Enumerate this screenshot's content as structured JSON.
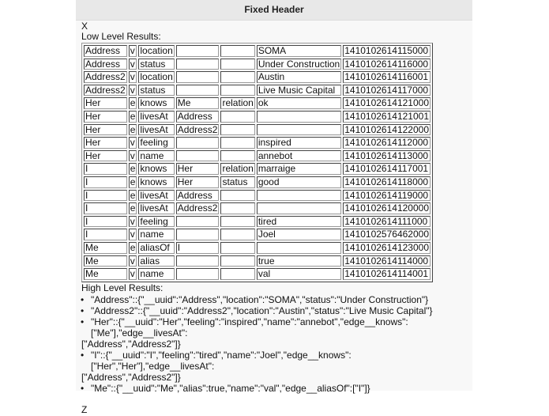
{
  "header": {
    "title": "Fixed Header"
  },
  "markers": {
    "top": "X",
    "bottom": "Z"
  },
  "low_level": {
    "label": "Low Level Results:",
    "rows": [
      [
        "Address",
        "v",
        "location",
        "",
        "",
        "SOMA",
        "1410102614115000"
      ],
      [
        "Address",
        "v",
        "status",
        "",
        "",
        "Under Construction",
        "1410102614116000"
      ],
      [
        "Address2",
        "v",
        "location",
        "",
        "",
        "Austin",
        "1410102614116001"
      ],
      [
        "Address2",
        "v",
        "status",
        "",
        "",
        "Live Music Capital",
        "1410102614117000"
      ],
      [
        "Her",
        "e",
        "knows",
        "Me",
        "relation",
        "ok",
        "1410102614121000"
      ],
      [
        "Her",
        "e",
        "livesAt",
        "Address",
        "",
        "",
        "1410102614121001"
      ],
      [
        "Her",
        "e",
        "livesAt",
        "Address2",
        "",
        "",
        "1410102614122000"
      ],
      [
        "Her",
        "v",
        "feeling",
        "",
        "",
        "inspired",
        "1410102614112000"
      ],
      [
        "Her",
        "v",
        "name",
        "",
        "",
        "annebot",
        "1410102614113000"
      ],
      [
        "I",
        "e",
        "knows",
        "Her",
        "relation",
        "marraige",
        "1410102614117001"
      ],
      [
        "I",
        "e",
        "knows",
        "Her",
        "status",
        "good",
        "1410102614118000"
      ],
      [
        "I",
        "e",
        "livesAt",
        "Address",
        "",
        "",
        "1410102614119000"
      ],
      [
        "I",
        "e",
        "livesAt",
        "Address2",
        "",
        "",
        "1410102614120000"
      ],
      [
        "I",
        "v",
        "feeling",
        "",
        "",
        "tired",
        "1410102614111000"
      ],
      [
        "I",
        "v",
        "name",
        "",
        "",
        "Joel",
        "1410102576462000"
      ],
      [
        "Me",
        "e",
        "aliasOf",
        "I",
        "",
        "",
        "1410102614123000"
      ],
      [
        "Me",
        "v",
        "alias",
        "",
        "",
        "true",
        "1410102614114000"
      ],
      [
        "Me",
        "v",
        "name",
        "",
        "",
        "val",
        "1410102614114001"
      ]
    ]
  },
  "high_level": {
    "label": "High Level Results:",
    "bullet": "•",
    "items": [
      {
        "line1": "\"Address\"::{\"__uuid\":\"Address\",\"location\":\"SOMA\",\"status\":\"Under Construction\"}",
        "line2": ""
      },
      {
        "line1": "\"Address2\"::{\"__uuid\":\"Address2\",\"location\":\"Austin\",\"status\":\"Live Music Capital\"}",
        "line2": ""
      },
      {
        "line1": "\"Her\"::{\"__uuid\":\"Her\",\"feeling\":\"inspired\",\"name\":\"annebot\",\"edge__knows\":[\"Me\"],\"edge__livesAt\":",
        "line2": "[\"Address\",\"Address2\"]}"
      },
      {
        "line1": "\"I\"::{\"__uuid\":\"I\",\"feeling\":\"tired\",\"name\":\"Joel\",\"edge__knows\":[\"Her\",\"Her\"],\"edge__livesAt\":",
        "line2": "[\"Address\",\"Address2\"]}"
      },
      {
        "line1": "\"Me\"::{\"__uuid\":\"Me\",\"alias\":true,\"name\":\"val\",\"edge__aliasOf\":[\"I\"]}",
        "line2": ""
      }
    ]
  },
  "colors": {
    "header_bg": "#e8e8e8",
    "panel_bg": "#f8f8f8",
    "page_bg": "#ffffff",
    "table_border": "#9a9a9a"
  }
}
